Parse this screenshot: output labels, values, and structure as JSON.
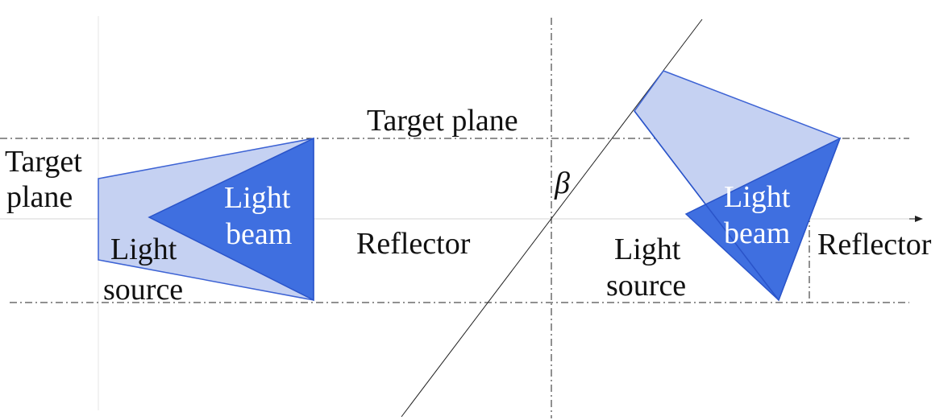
{
  "left_diagram": {
    "target_plane_label_line1": "Target",
    "target_plane_label_line2": "plane",
    "light_beam_line1": "Light",
    "light_beam_line2": "beam",
    "light_source_line1": "Light",
    "light_source_line2": "source",
    "reflector_label": "Reflector"
  },
  "right_diagram": {
    "target_plane_label": "Target plane",
    "angle_symbol": "β",
    "light_beam_line1": "Light",
    "light_beam_line2": "beam",
    "light_source_line1": "Light",
    "light_source_line2": "source",
    "reflector_label": "Reflector"
  },
  "colors": {
    "beam_fill": "#3f6fe0",
    "source_fill": "#c5d1f2",
    "outline": "#3d63d4"
  }
}
